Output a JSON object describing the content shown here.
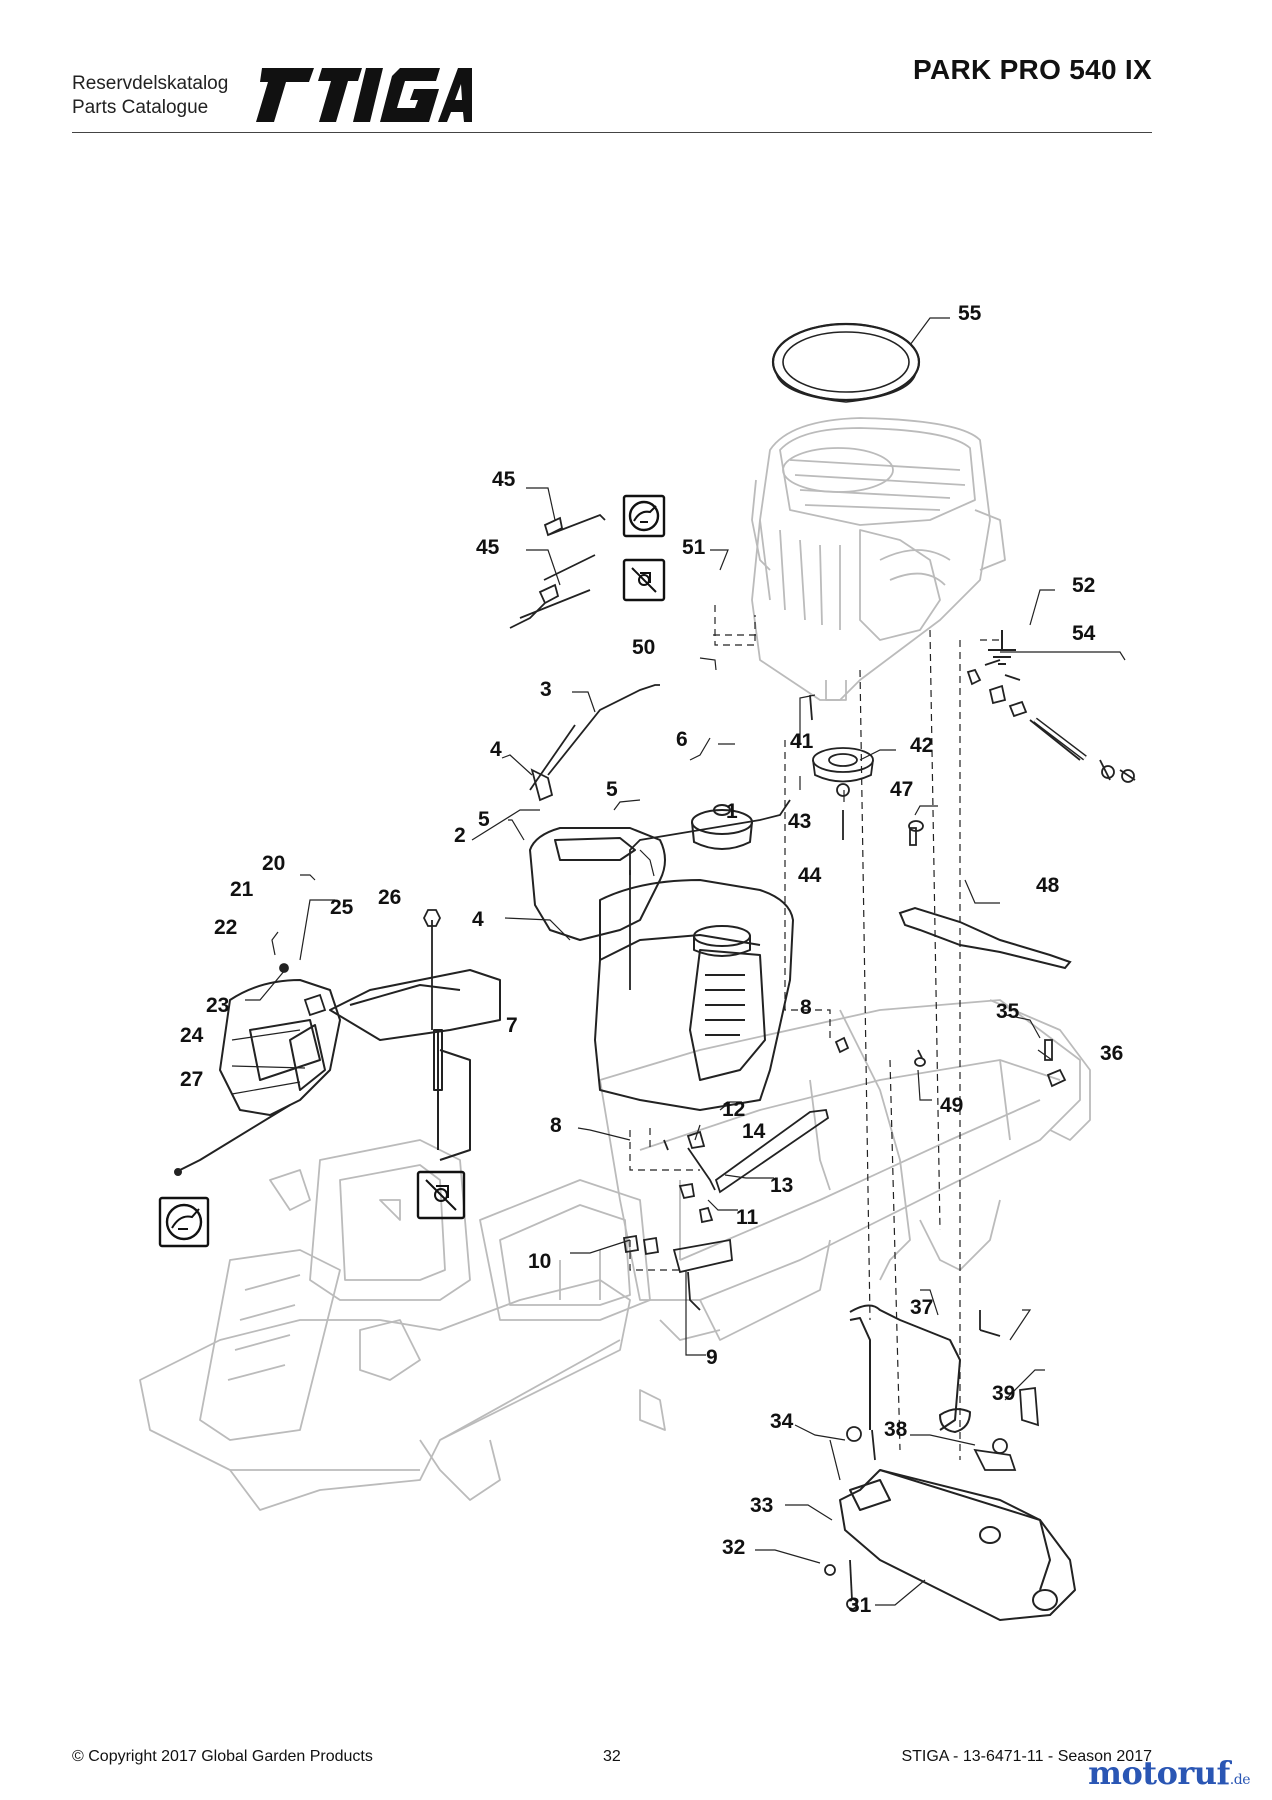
{
  "header": {
    "catalog_label_sv": "Reservdelskatalog",
    "catalog_label_en": "Parts Catalogue",
    "brand": "STIGA",
    "model": "PARK PRO 540 IX"
  },
  "footer": {
    "copyright": "© Copyright 2017 Global Garden Products",
    "page_number": "32",
    "doc_ref": "STIGA - 13-6471-11 - Season 2017"
  },
  "watermark": {
    "text": "motoruf",
    "suffix": ".de"
  },
  "callouts": [
    "55",
    "45",
    "45",
    "51",
    "52",
    "54",
    "50",
    "3",
    "41",
    "42",
    "6",
    "4",
    "5",
    "43",
    "47",
    "5",
    "1",
    "2",
    "44",
    "48",
    "20",
    "21",
    "26",
    "25",
    "22",
    "4",
    "7",
    "8",
    "35",
    "36",
    "23",
    "24",
    "27",
    "49",
    "12",
    "8",
    "14",
    "13",
    "11",
    "10",
    "37",
    "9",
    "39",
    "34",
    "38",
    "33",
    "32",
    "31"
  ],
  "colors": {
    "text": "#111111",
    "part_outline": "#bbbbbb",
    "highlight_outline": "#222222",
    "watermark": "#2a56b4"
  },
  "icons": [
    "throttle-rabbit-icon",
    "choke-icon",
    "ground-symbol-icon"
  ]
}
